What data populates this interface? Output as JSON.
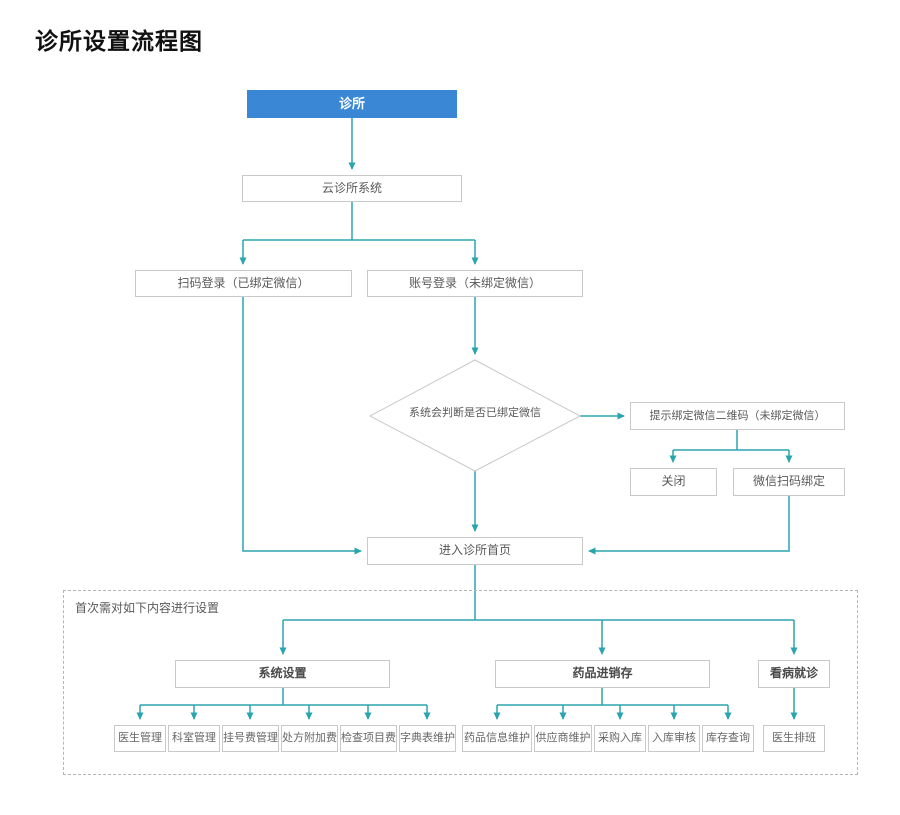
{
  "title": "诊所设置流程图",
  "flow": {
    "clinic": "诊所",
    "cloud_system": "云诊所系统",
    "scan_login": "扫码登录（已绑定微信）",
    "account_login": "账号登录（未绑定微信）",
    "judge_wechat": "系统会判断是否已绑定微信",
    "qr_prompt": "提示绑定微信二维码（未绑定微信）",
    "close": "关闭",
    "wechat_scan_bind": "微信扫码绑定",
    "enter_homepage": "进入诊所首页"
  },
  "setup_section": {
    "note": "首次需对如下内容进行设置",
    "groups": [
      {
        "label": "系统设置",
        "children": [
          "医生管理",
          "科室管理",
          "挂号费管理",
          "处方附加费",
          "检查项目费",
          "字典表维护"
        ]
      },
      {
        "label": "药品进销存",
        "children": [
          "药品信息维护",
          "供应商维护",
          "采购入库",
          "入库审核",
          "库存查询"
        ]
      },
      {
        "label": "看病就诊",
        "children": [
          "医生排班"
        ]
      }
    ]
  },
  "colors": {
    "accent": "#2BA5AD",
    "flow_blue": "#3A87D5",
    "node_border": "#C9C9C9"
  }
}
